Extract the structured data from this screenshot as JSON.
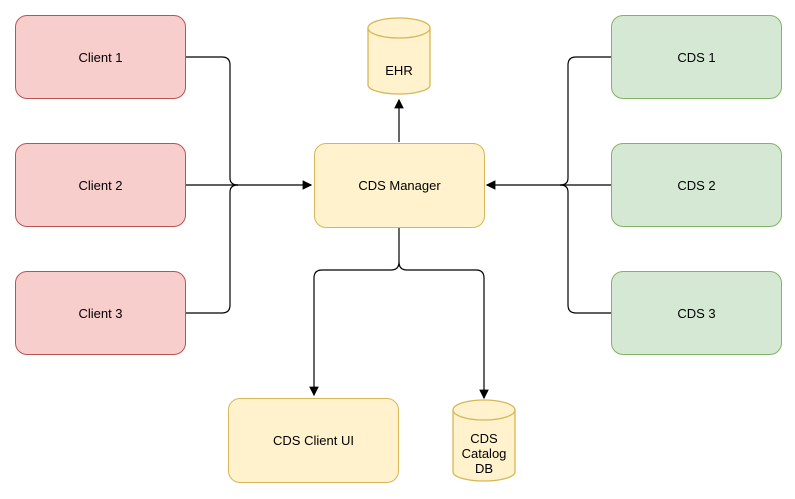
{
  "nodes": {
    "client1": "Client 1",
    "client2": "Client 2",
    "client3": "Client 3",
    "cds1": "CDS 1",
    "cds2": "CDS 2",
    "cds3": "CDS 3",
    "manager": "CDS Manager",
    "ehr": "EHR",
    "client_ui": "CDS Client UI",
    "catalog_db": "CDS\nCatalog\nDB"
  },
  "colors": {
    "client_fill": "#f8cecc",
    "client_stroke": "#b85450",
    "cds_fill": "#d5e8d4",
    "cds_stroke": "#82b366",
    "manager_fill": "#fff2cc",
    "manager_stroke": "#d6b656"
  }
}
